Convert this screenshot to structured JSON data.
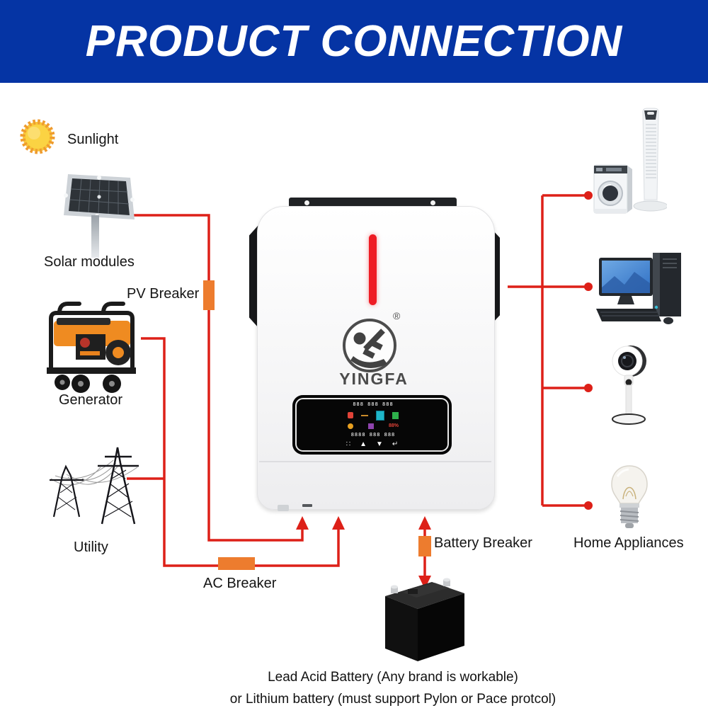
{
  "header": {
    "title": "PRODUCT CONNECTION"
  },
  "nodes": {
    "sunlight": {
      "label": "Sunlight"
    },
    "solar_modules": {
      "label": "Solar modules"
    },
    "pv_breaker": {
      "label": "PV Breaker"
    },
    "generator": {
      "label": "Generator"
    },
    "utility": {
      "label": "Utility"
    },
    "ac_breaker": {
      "label": "AC Breaker"
    },
    "battery_breaker": {
      "label": "Battery Breaker"
    },
    "home_appliances": {
      "label": "Home Appliances"
    }
  },
  "inverter": {
    "brand": "YINGFA",
    "registered_mark": "®",
    "display": {
      "row_top": "888 888 888",
      "row_bottom": "8888 888 888",
      "buttons": [
        "∷",
        "▲",
        "▼",
        "↵"
      ]
    }
  },
  "battery_note": {
    "line1": "Lead Acid Battery  (Any brand is workable)",
    "line2": "or Lithium battery (must support Pylon or Pace protcol)"
  },
  "colors": {
    "banner_blue": "#0534a4",
    "wire_red": "#dd2018",
    "breaker_orange": "#ed7c2e",
    "led_red": "#ee1c24"
  }
}
